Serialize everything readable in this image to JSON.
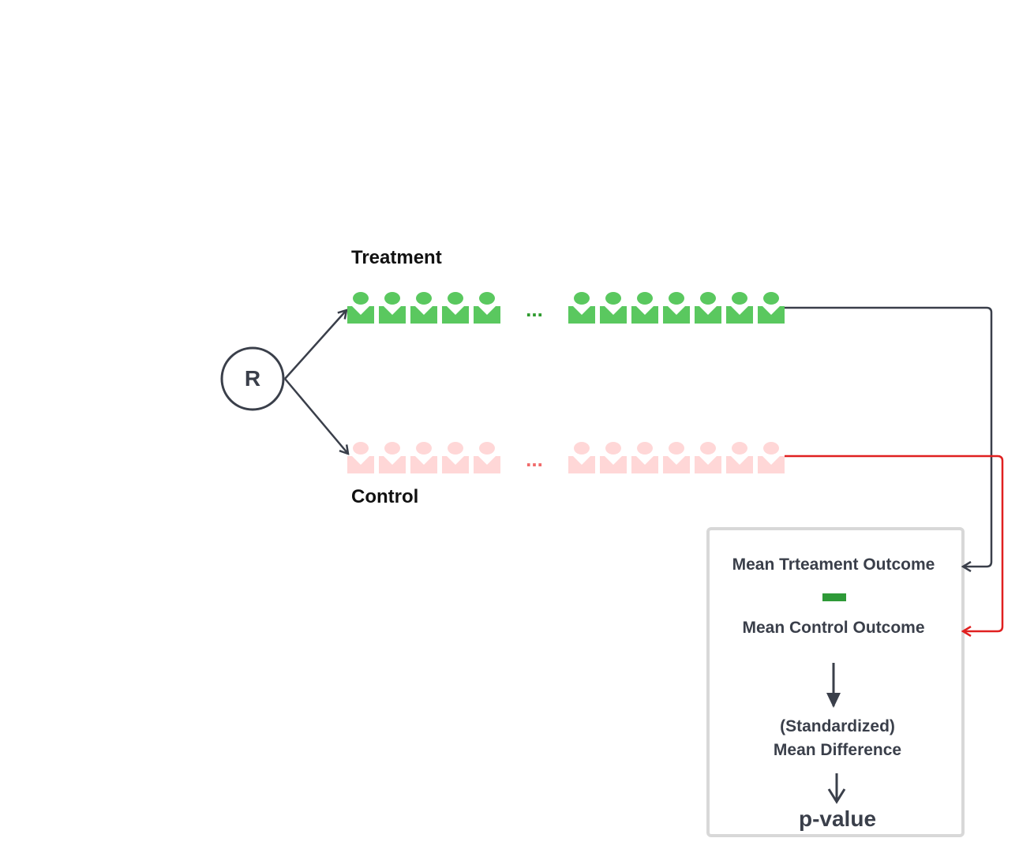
{
  "randomizer": {
    "label": "R"
  },
  "groups": {
    "treatment": {
      "label": "Treatment",
      "color": "#5ac85f",
      "ellipsis": "...",
      "ellipsis_color": "#2e9a2e",
      "left_count": 5,
      "right_count": 7
    },
    "control": {
      "label": "Control",
      "color": "#ffd7d7",
      "ellipsis": "...",
      "ellipsis_color": "#f06a6a",
      "left_count": 5,
      "right_count": 7
    }
  },
  "analysis_box": {
    "treatment_outcome": "Mean Trteament Outcome",
    "control_outcome": "Mean Control Outcome",
    "difference_line1": "(Standardized)",
    "difference_line2": "Mean Difference",
    "result": "p-value",
    "minus_color": "#2e9a38"
  },
  "connector_colors": {
    "treatment": "#3a3f4a",
    "control": "#e02020"
  }
}
